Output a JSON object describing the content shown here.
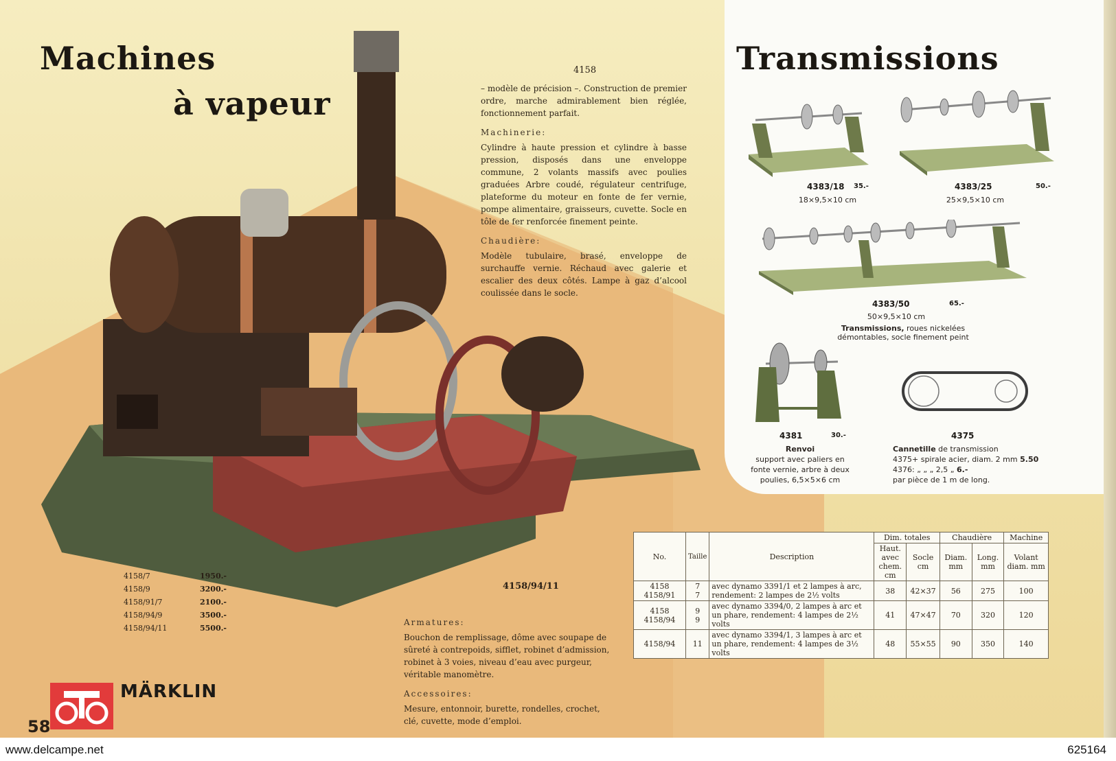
{
  "titles": {
    "machines_line1": "Machines",
    "machines_line2": "à vapeur",
    "transmissions": "Transmissions"
  },
  "machine": {
    "code": "4158",
    "intro": "– modèle de précision –. Construction de premier ordre, marche admirablement bien réglée, fonctionnement parfait.",
    "machinerie_title": "Machinerie:",
    "machinerie_text": "Cylindre à haute pression et cylindre à basse pression, disposés dans une enveloppe commune, 2 volants massifs avec poulies graduées Arbre coudé, régulateur centrifuge, plateforme du moteur en fonte de fer vernie, pompe alimentaire, graisseurs, cuvette. Socle en tôle de fer renforcée finement peinte.",
    "chaudiere_title": "Chaudière:",
    "chaudiere_text": "Modèle tubulaire, brasé, enveloppe de surchauffe vernie. Réchaud avec galerie et escalier des deux côtés. Lampe à gaz d’alcool coulissée dans le socle.",
    "image_label": "4158/94/11",
    "armatures_title": "Armatures:",
    "armatures_text": "Bouchon de remplissage, dôme avec soupape de sûreté à contrepoids, sifflet, robinet d’admission, robinet à 3 voies, niveau d’eau avec purgeur, véritable manomètre.",
    "accessoires_title": "Accessoires:",
    "accessoires_text": "Mesure, entonnoir, burette, rondelles, crochet, clé, cuvette, mode d’emploi.",
    "prices": [
      {
        "code": "4158/7",
        "price": "1950.-"
      },
      {
        "code": "4158/9",
        "price": "3200.-"
      },
      {
        "code": "4158/91/7",
        "price": "2100.-"
      },
      {
        "code": "4158/94/9",
        "price": "3500.-"
      },
      {
        "code": "4158/94/11",
        "price": "5500.-"
      }
    ]
  },
  "transmissions": {
    "t1": {
      "code": "4383/18",
      "price": "35.-",
      "dims": "18×9,5×10 cm"
    },
    "t2": {
      "code": "4383/25",
      "price": "50.-",
      "dims": "25×9,5×10 cm"
    },
    "t3": {
      "code": "4383/50",
      "price": "65.-",
      "dims": "50×9,5×10 cm"
    },
    "desc_bold": "Transmissions,",
    "desc_rest": "roues nickelées",
    "desc_line2": "démontables, socle finement peint",
    "renvoi": {
      "code": "4381",
      "price": "30.-",
      "title": "Renvoi",
      "text1": "support avec paliers en",
      "text2": "fonte vernie, arbre à deux",
      "text3": "poulies, 6,5×5×6 cm"
    },
    "cannetille": {
      "code": "4375",
      "title": "Cannetille",
      "title_rest": "de transmission",
      "line1": "4375+ spirale acier, diam. 2 mm",
      "price1": "5.50",
      "line2": "4376: „ „ „ 2,5 „",
      "price2": "6.-",
      "line3": "par pièce de 1 m de long."
    }
  },
  "spec_table": {
    "group_headers": [
      "Dim. totales",
      "Chaudière",
      "Machine"
    ],
    "headers": [
      "No.",
      "Taille",
      "Description",
      "Haut. avec chem. cm",
      "Socle cm",
      "Diam. mm",
      "Long. mm",
      "Volant diam. mm"
    ],
    "rows": [
      {
        "no": "4158\n4158/91",
        "taille": "7\n7",
        "desc": "avec dynamo 3391/1 et 2 lampes à arc, rendement: 2 lampes de 2½ volts",
        "haut": "38",
        "socle": "42×37",
        "diam": "56",
        "long": "275",
        "volant": "100"
      },
      {
        "no": "4158\n4158/94",
        "taille": "9\n9",
        "desc": "avec dynamo 3394/0, 2 lampes à arc et un phare, rendement: 4 lampes de 2½ volts",
        "haut": "41",
        "socle": "47×47",
        "diam": "70",
        "long": "320",
        "volant": "120"
      },
      {
        "no": "4158/94",
        "taille": "11",
        "desc": "avec dynamo 3394/1, 3 lampes à arc et un phare, rendement: 4 lampes de 3½ volts",
        "haut": "48",
        "socle": "55×55",
        "diam": "90",
        "long": "350",
        "volant": "140"
      }
    ]
  },
  "brand": "MÄRKLIN",
  "page_number": "58",
  "watermark": {
    "left": "www.delcampe.net",
    "right": "625164"
  },
  "colors": {
    "paper": "#f1e6b8",
    "floor": "#e9b879",
    "logo_red": "#e23b3b",
    "base_green": "#5b6a4a",
    "base_red": "#8b3a32"
  }
}
